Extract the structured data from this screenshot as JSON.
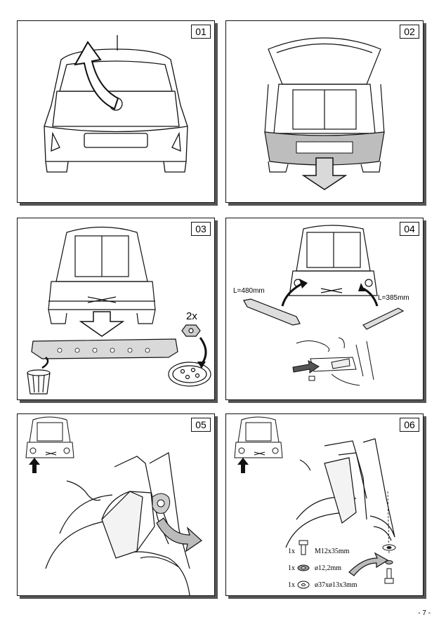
{
  "steps": [
    {
      "number": "01"
    },
    {
      "number": "02"
    },
    {
      "number": "03",
      "quantity": "2x"
    },
    {
      "number": "04",
      "left_length": "L=480mm",
      "right_length": "L=385mm"
    },
    {
      "number": "05"
    },
    {
      "number": "06"
    }
  ],
  "parts": [
    {
      "qty": "1x",
      "spec": "M12x35mm",
      "icon": "bolt-icon"
    },
    {
      "qty": "1x",
      "spec": "ø12,2mm",
      "icon": "spring-washer-icon"
    },
    {
      "qty": "1x",
      "spec": "ø37xø13x3mm",
      "icon": "flat-washer-icon"
    }
  ],
  "page_number": "- 7 -",
  "colors": {
    "line": "#111111",
    "bumper_gray": "#bdbdbd",
    "arrow_gray": "#d9d9d9"
  }
}
